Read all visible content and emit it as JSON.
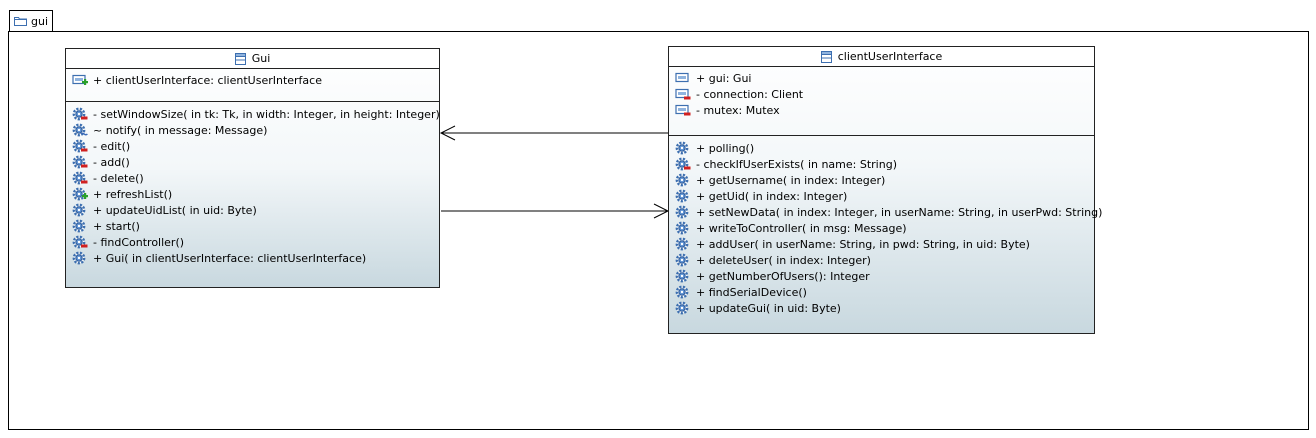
{
  "package": {
    "name": "gui"
  },
  "classes": {
    "gui": {
      "name": "Gui",
      "attributes": [
        {
          "text": "+ clientUserInterface: clientUserInterface",
          "icon": "public-attribute-icon"
        }
      ],
      "operations": [
        {
          "text": "- setWindowSize(  in tk: Tk,   in width: Integer,   in height: Integer)",
          "icon": "private-operation-icon"
        },
        {
          "text": "~ notify(  in message: Message)",
          "icon": "package-operation-icon"
        },
        {
          "text": "- edit()",
          "icon": "private-operation-icon"
        },
        {
          "text": "- add()",
          "icon": "private-operation-icon"
        },
        {
          "text": "- delete()",
          "icon": "private-operation-icon"
        },
        {
          "text": "+ refreshList()",
          "icon": "public-operation-icon"
        },
        {
          "text": "+ updateUidList(  in uid: Byte)",
          "icon": "operation-icon"
        },
        {
          "text": "+ start()",
          "icon": "operation-icon"
        },
        {
          "text": "- findController()",
          "icon": "private-operation-icon"
        },
        {
          "text": "+ Gui(  in clientUserInterface: clientUserInterface)",
          "icon": "operation-icon"
        }
      ]
    },
    "client_user_interface": {
      "name": "clientUserInterface",
      "attributes": [
        {
          "text": "+ gui: Gui",
          "icon": "attribute-icon"
        },
        {
          "text": "- connection: Client",
          "icon": "private-attribute-icon"
        },
        {
          "text": "- mutex: Mutex",
          "icon": "private-attribute-icon"
        }
      ],
      "operations": [
        {
          "text": "+ polling()",
          "icon": "operation-icon"
        },
        {
          "text": "- checkIfUserExists(  in name: String)",
          "icon": "private-operation-icon"
        },
        {
          "text": "+ getUsername(  in index: Integer)",
          "icon": "operation-icon"
        },
        {
          "text": "+ getUid(  in index: Integer)",
          "icon": "operation-icon"
        },
        {
          "text": "+ setNewData(  in index: Integer,   in userName: String,   in userPwd: String)",
          "icon": "operation-icon"
        },
        {
          "text": "+ writeToController(  in msg: Message)",
          "icon": "operation-icon"
        },
        {
          "text": "+ addUser(  in userName: String,   in pwd: String,   in uid: Byte)",
          "icon": "operation-icon"
        },
        {
          "text": "+ deleteUser(  in index: Integer)",
          "icon": "operation-icon"
        },
        {
          "text": "+ getNumberOfUsers(): Integer",
          "icon": "operation-icon"
        },
        {
          "text": "+ findSerialDevice()",
          "icon": "operation-icon"
        },
        {
          "text": "+ updateGui(  in uid: Byte)",
          "icon": "operation-icon"
        }
      ]
    }
  },
  "associations": [
    {
      "from": "client_user_interface",
      "to": "gui",
      "type": "navigable"
    },
    {
      "from": "gui",
      "to": "client_user_interface",
      "type": "navigable"
    }
  ],
  "colors": {
    "operation_blue": "#3d6fb0",
    "private_red": "#d02020",
    "public_green": "#2aa02a",
    "package_blue": "#3a6ab8"
  }
}
